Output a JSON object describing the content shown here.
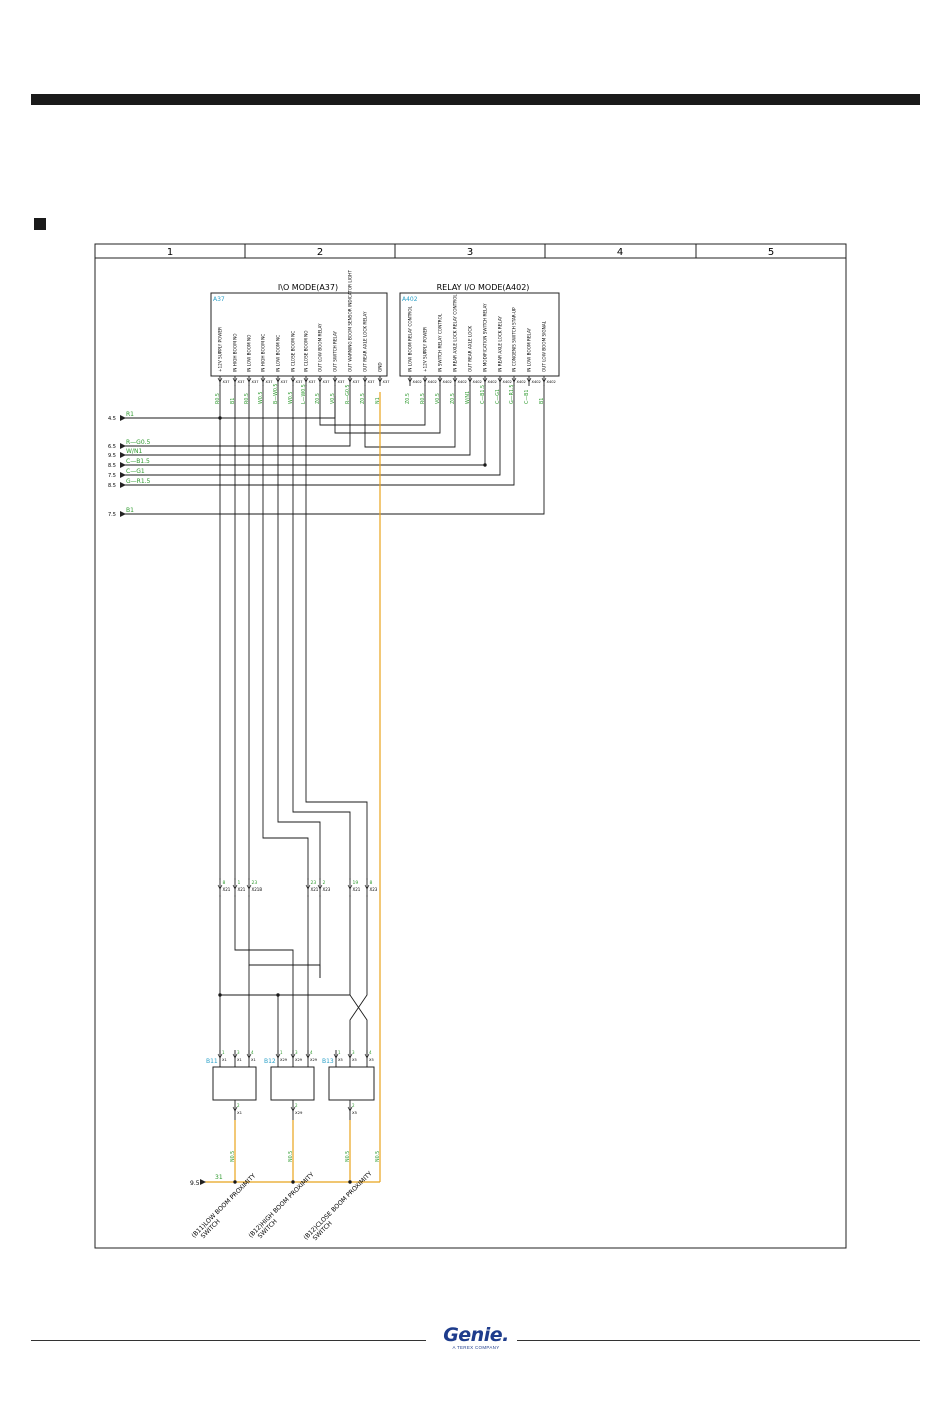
{
  "grid_columns": [
    "1",
    "2",
    "3",
    "4",
    "5"
  ],
  "modules": {
    "a37": {
      "title": "I\\O MODE(A37)",
      "ref": "A37",
      "pins": [
        "+12V SUPPLY POWER",
        "IN HIGH BOOM NO",
        "IN LOW BOOM NO",
        "IN HIGH BOOM NC",
        "IN LOW BOOM NC",
        "IN CLOSE BOOM NC",
        "IN CLOSE BOOM NO",
        "OUT LOW BOOM RELAY",
        "OUT SWITCH RELAY",
        "OUT WARNING BOOM SENSOR INDICATOR LIGHT",
        "OUT REAR AXLE LOCK RELAY",
        "GND"
      ],
      "connectors": [
        "X37",
        "X37",
        "X37",
        "X37",
        "X37",
        "X37",
        "X37",
        "X37",
        "X37",
        "X37",
        "X37",
        "X37"
      ],
      "wires": [
        "R0.5",
        "B1",
        "R0.5",
        "W0.5",
        "B—W0.5",
        "W0.5",
        "L—W0.5",
        "Z0.5",
        "V0.5",
        "R—G0.5",
        "Z0.5",
        "N1"
      ]
    },
    "a402": {
      "title": "RELAY I/O MODE(A402)",
      "ref": "A402",
      "pins": [
        "IN LOW BOOM RELAY CONTROL",
        "+12V SUPPLY POWER",
        "IN SWITCH RELAY CONTROL",
        "IN REAR AXLE LOCK RELAY CONTROL",
        "OUT REAR AXLE LOCK",
        "IN MODIFICATION SWITCH RELAY",
        "IN REAR AXLE LOCK RELAY",
        "IN CONGENIS SWITCH STAR-UP",
        "IN LOW BOOM RELAY",
        "OUT LOW BOOM SIGNAL"
      ],
      "connectors": [
        "X402",
        "X402",
        "X402",
        "X402",
        "X402",
        "X402",
        "X402",
        "X402",
        "X402",
        "X402"
      ],
      "wires": [
        "Z0.5",
        "R0.5",
        "V0.5",
        "Z0.5",
        "W/N1",
        "C—B1.5",
        "C—G1",
        "G—R1.5",
        "C—B1",
        "B1"
      ]
    }
  },
  "left_buses": [
    {
      "ref": "4.5",
      "wire": "R1"
    },
    {
      "ref": "6.5",
      "wire": "R—G0.5"
    },
    {
      "ref": "9.5",
      "wire": "W/N1"
    },
    {
      "ref": "8.5",
      "wire": "C—B1.5"
    },
    {
      "ref": "7.5",
      "wire": "C—G1"
    },
    {
      "ref": "8.5",
      "wire": "G—R1.5"
    },
    {
      "ref": "7.5",
      "wire": "B1"
    }
  ],
  "mid_connectors": [
    {
      "num": "8",
      "conn": "X21"
    },
    {
      "num": "1",
      "conn": "X21"
    },
    {
      "num": "23",
      "conn": "X21B"
    },
    {
      "num": "23",
      "conn": "X21"
    },
    {
      "num": "2",
      "conn": "X23"
    },
    {
      "num": "19",
      "conn": "X21"
    },
    {
      "num": "8",
      "conn": "X23"
    }
  ],
  "switches": [
    {
      "ref": "B11",
      "conn_top": "X1",
      "pins_top": [
        "1",
        "3",
        "4"
      ],
      "pin_bottom": "2",
      "conn_bottom": "X1",
      "wire": "N0.5",
      "label": "(B11)LOW BOOM PROXIMITY SWITCH"
    },
    {
      "ref": "B12",
      "conn_top": "X29",
      "pins_top": [
        "1",
        "3",
        "4"
      ],
      "pin_bottom": "2",
      "conn_bottom": "X29",
      "wire": "N0.5",
      "label": "(B12)HIGH BOOM PROXIMITY SWITCH"
    },
    {
      "ref": "B13",
      "conn_top": "X5",
      "pins_top": [
        "1",
        "3",
        "4"
      ],
      "pin_bottom": "2",
      "conn_bottom": "X5",
      "wire": "N0.5",
      "label": "(B12)CLOSE BOOM PROXIMITY SWITCH"
    }
  ],
  "ground": {
    "ref": "9.5",
    "wire": "31",
    "gnd_wire": "N0.5"
  },
  "brand": {
    "name": "Genie.",
    "tagline": "A TEREX COMPANY"
  },
  "colors": {
    "wire_black": "#1a1a1a",
    "wire_orange": "#e8a31c",
    "label_green": "#2e9a2e",
    "ref_cyan": "#2aa0c8",
    "brand_blue": "#1e3c8c"
  }
}
